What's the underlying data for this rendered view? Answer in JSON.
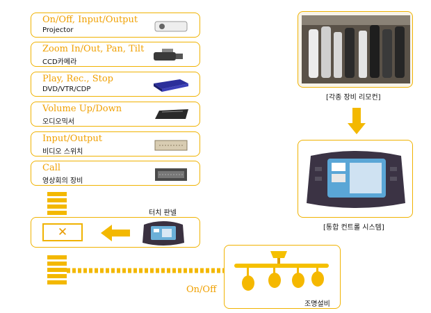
{
  "functions": [
    {
      "action": "On/Off, Input/Output",
      "device": "Projector",
      "icon": "projector-icon"
    },
    {
      "action": "Zoom In/Out, Pan, Tilt",
      "device": "CCD카메라",
      "icon": "ccd-camera-icon"
    },
    {
      "action": "Play, Rec., Stop",
      "device": "DVD/VTR/CDP",
      "icon": "dvd-player-icon"
    },
    {
      "action": "Volume Up/Down",
      "device": "오디오믹서",
      "icon": "audio-mixer-icon"
    },
    {
      "action": "Input/Output",
      "device": "비디오 스위치",
      "icon": "video-switch-icon"
    },
    {
      "action": "Call",
      "device": "영상회의 장비",
      "icon": "video-conference-icon"
    }
  ],
  "captions": {
    "remotes": "[각종 장비 리모컨]",
    "integrated": "[통합 컨트롤 시스템]",
    "touch_panel": "터치 판넬",
    "lighting": "조명설비",
    "onoff": "On/Off"
  },
  "colors": {
    "accent": "#f0b200",
    "text_accent": "#f0a000"
  }
}
